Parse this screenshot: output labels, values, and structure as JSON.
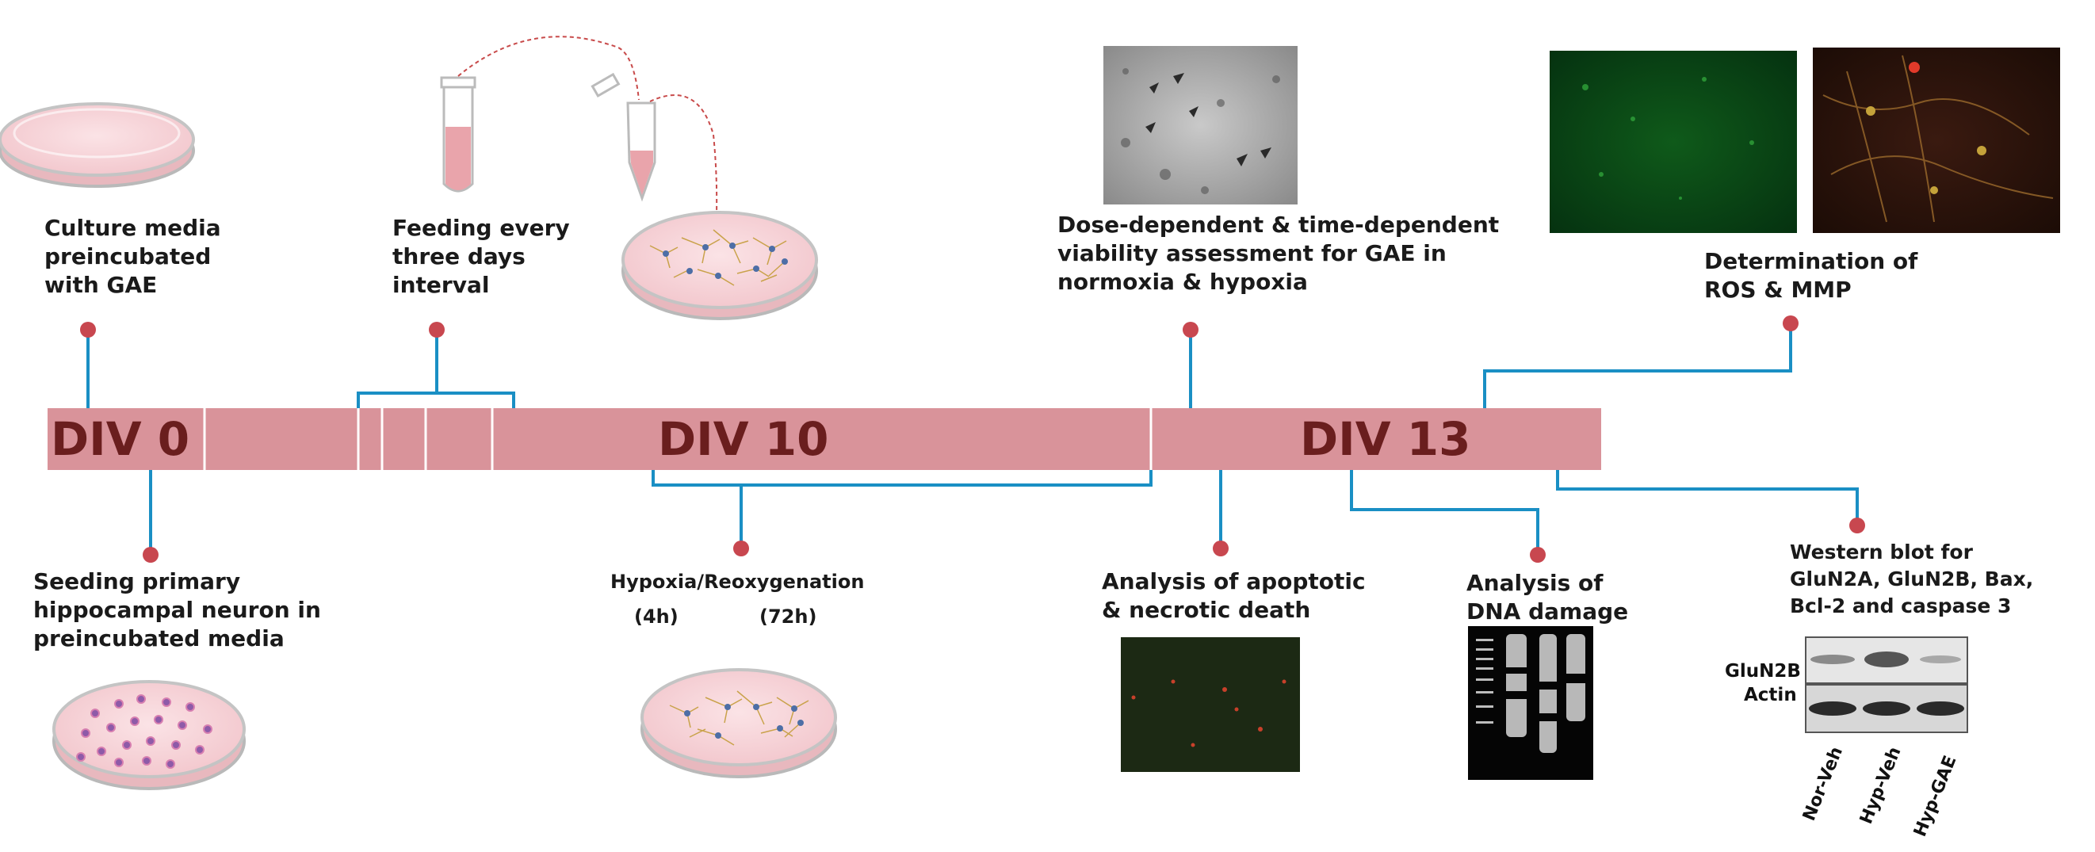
{
  "timeline": {
    "stages": [
      "DIV 0",
      "DIV 10",
      "DIV 13"
    ],
    "bar_color": "#d9939a",
    "label_color": "#6a1e1e",
    "connector_color": "#1a8fc4",
    "dot_color": "#c8474f"
  },
  "annotations": {
    "culture_media": "Culture media\npreincubated\nwith GAE",
    "feeding": "Feeding every\nthree days\ninterval",
    "viability": "Dose-dependent & time-dependent\nviability assessment for GAE in\nnormoxia & hypoxia",
    "ros_mmp": "Determination of\nROS & MMP",
    "seeding": "Seeding primary\nhippocampal neuron in\npreincubated media",
    "hypoxia": "Hypoxia/Reoxygenation",
    "hypoxia_4h": "(4h)",
    "hypoxia_72h": "(72h)",
    "apoptotic": "Analysis of apoptotic\n& necrotic death",
    "dna_damage": "Analysis of\nDNA damage",
    "western": "Western blot for\nGluN2A, GluN2B, Bax,\nBcl-2 and caspase 3"
  },
  "western_blot": {
    "rows": [
      "GluN2B",
      "Actin"
    ],
    "lanes": [
      "Nor-Veh",
      "Hyp-Veh",
      "Hyp-GAE"
    ]
  }
}
